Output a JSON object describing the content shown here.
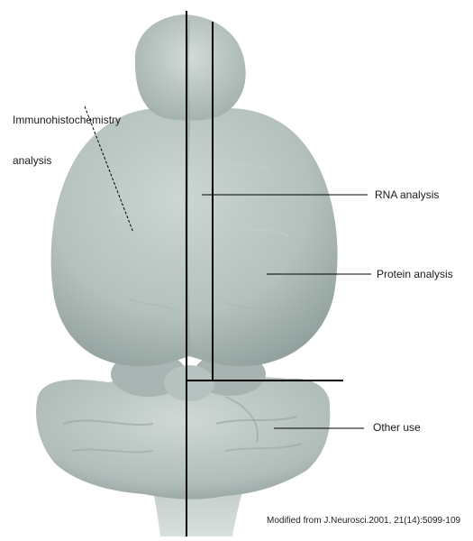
{
  "figure": {
    "labels": {
      "immunohistochemistry_line1": "Immunohistochemistry",
      "immunohistochemistry_line2": "analysis",
      "rna": "RNA analysis",
      "protein": "Protein analysis",
      "other": "Other use"
    },
    "credit": "Modified from J.Neurosci.2001, 21(14):5099-109"
  },
  "colors": {
    "tissue_light": "#c9d3d0",
    "tissue_mid": "#a9b6b3",
    "tissue_dark": "#7f8f8c",
    "line": "#000000"
  }
}
